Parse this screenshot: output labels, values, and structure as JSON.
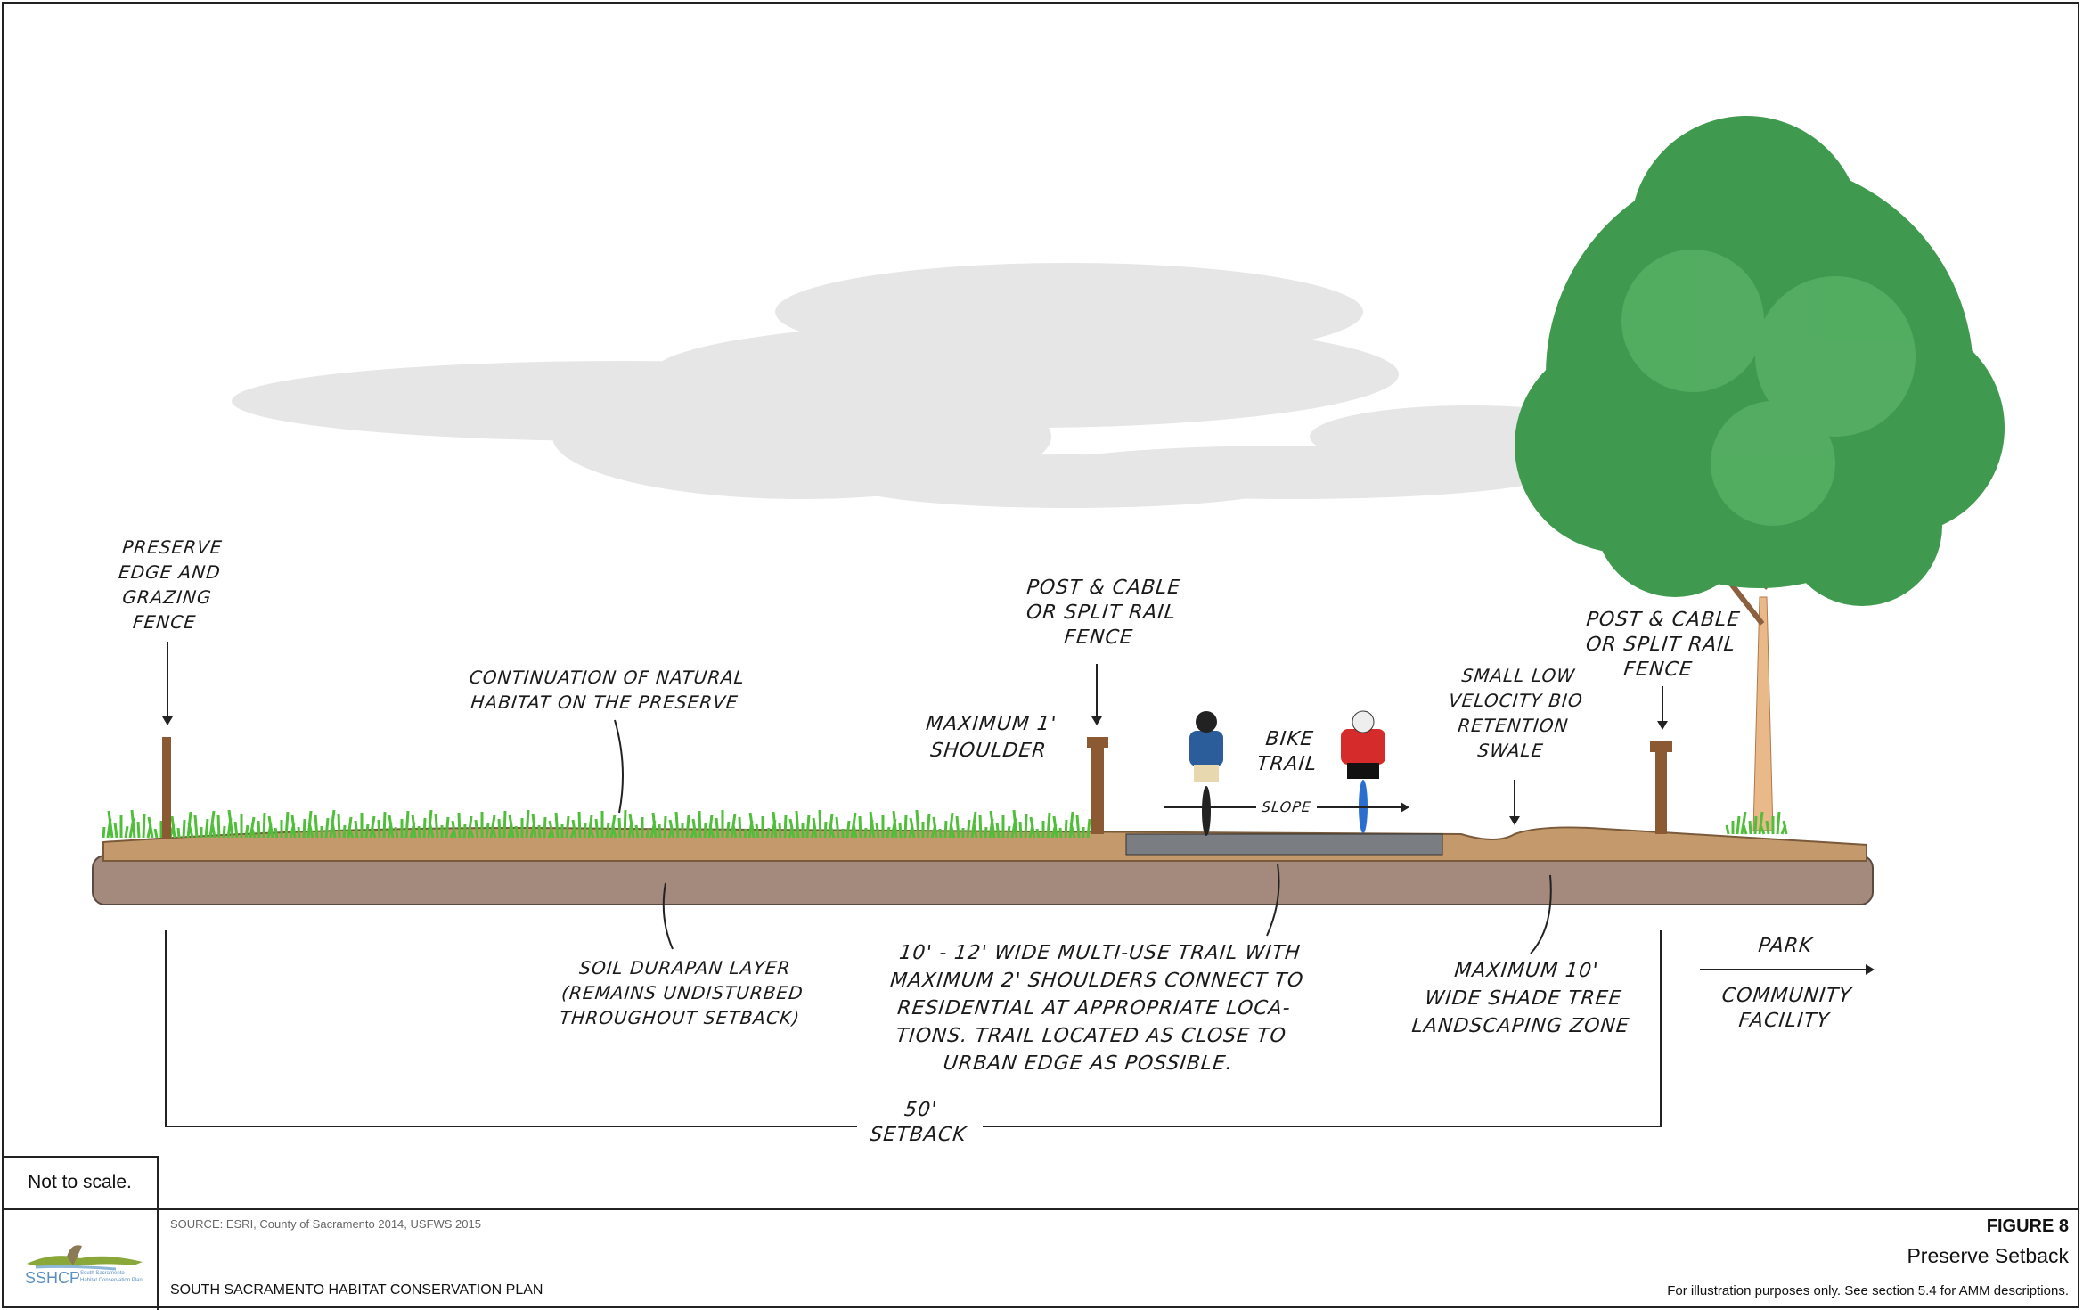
{
  "labels": {
    "preserve_edge": "PRESERVE\nEDGE AND\nGRAZING\nFENCE",
    "continuation": "CONTINUATION OF NATURAL\nHABITAT ON THE PRESERVE",
    "shoulder": "MAXIMUM 1'\nSHOULDER",
    "fence_mid": "POST & CABLE\nOR SPLIT RAIL\nFENCE",
    "bike_trail": "BIKE\nTRAIL",
    "slope": "SLOPE",
    "swale": "SMALL LOW\nVELOCITY BIO\nRETENTION\nSWALE",
    "fence_right": "POST & CABLE\nOR SPLIT RAIL\nFENCE",
    "soil": "SOIL DURAPAN LAYER\n(REMAINS UNDISTURBED\nTHROUGHOUT SETBACK)",
    "trail_note": "10' - 12' WIDE MULTI-USE TRAIL WITH\nMAXIMUM 2' SHOULDERS CONNECT TO\nRESIDENTIAL AT APPROPRIATE LOCA-\nTIONS. TRAIL LOCATED AS CLOSE TO\nURBAN EDGE AS POSSIBLE.",
    "shade_tree": "MAXIMUM 10'\nWIDE SHADE TREE\nLANDSCAPING ZONE",
    "park": "PARK",
    "community": "COMMUNITY\nFACILITY",
    "setback": "50'\nSETBACK"
  },
  "footer": {
    "not_to_scale": "Not to scale.",
    "source": "SOURCE: ESRI, County of Sacramento 2014, USFWS 2015",
    "plan_name": "SOUTH SACRAMENTO HABITAT CONSERVATION PLAN",
    "figure_number": "FIGURE 8",
    "figure_title": "Preserve Setback",
    "disclaimer": "For illustration purposes only.  See section 5.4 for AMM descriptions.",
    "logo": {
      "acronym": "SSHCP",
      "line1": "South Sacramento",
      "line2": "Habitat Conservation Plan"
    }
  },
  "colors": {
    "soil_top": "#c49a6c",
    "soil_bottom": "#a38a7c",
    "grass": "#4fbf3a",
    "tree": "#3f9a4f",
    "post": "#8b5a32",
    "trail": "#7a7d82"
  }
}
